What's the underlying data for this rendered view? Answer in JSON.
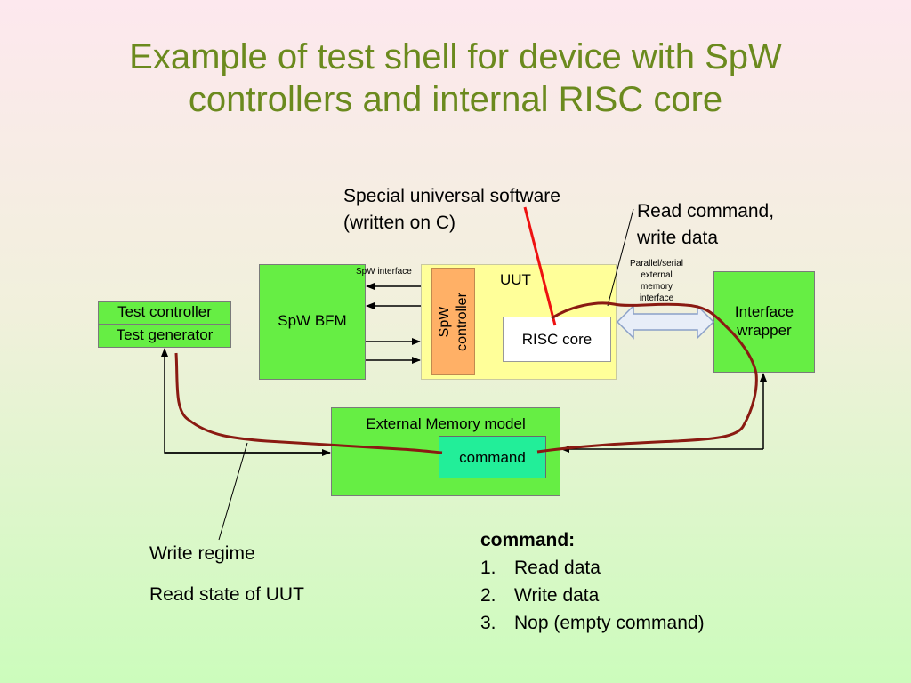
{
  "title": {
    "line1": "Example of test shell for device with SpW",
    "line2": "controllers and internal RISC core"
  },
  "callouts": {
    "special_line1": "Special universal software",
    "special_line2": "(written on C)",
    "read_line1": "Read command,",
    "read_line2": "write data",
    "write_regime": "Write regime",
    "read_state": "Read state of UUT"
  },
  "labels": {
    "spw_interface": "SpW interface",
    "parallel_line1": "Parallel/serial",
    "parallel_line2": "external",
    "parallel_line3": "memory",
    "parallel_line4": "interface"
  },
  "blocks": {
    "test_controller": "Test controller",
    "test_generator": "Test generator",
    "spw_bfm": "SpW BFM",
    "uut": "UUT",
    "spw_controller_line1": "SpW",
    "spw_controller_line2": "controller",
    "risc_core": "RISC core",
    "interface_line1": "Interface",
    "interface_line2": "wrapper",
    "external_memory": "External Memory model",
    "command_box": "command"
  },
  "command_list": {
    "heading": "command:",
    "items": [
      {
        "num": "1.",
        "text": "Read data"
      },
      {
        "num": "2.",
        "text": "Write data"
      },
      {
        "num": "3.",
        "text": "Nop (empty command)"
      }
    ]
  },
  "colors": {
    "title": "#6b8a1e",
    "block_green": "#66ee44",
    "uut_yellow": "#ffff99",
    "controller_orange": "#ffb066",
    "command_teal": "#22ee99",
    "flow_path": "#8a1a12",
    "callout_red": "#ee1111"
  }
}
